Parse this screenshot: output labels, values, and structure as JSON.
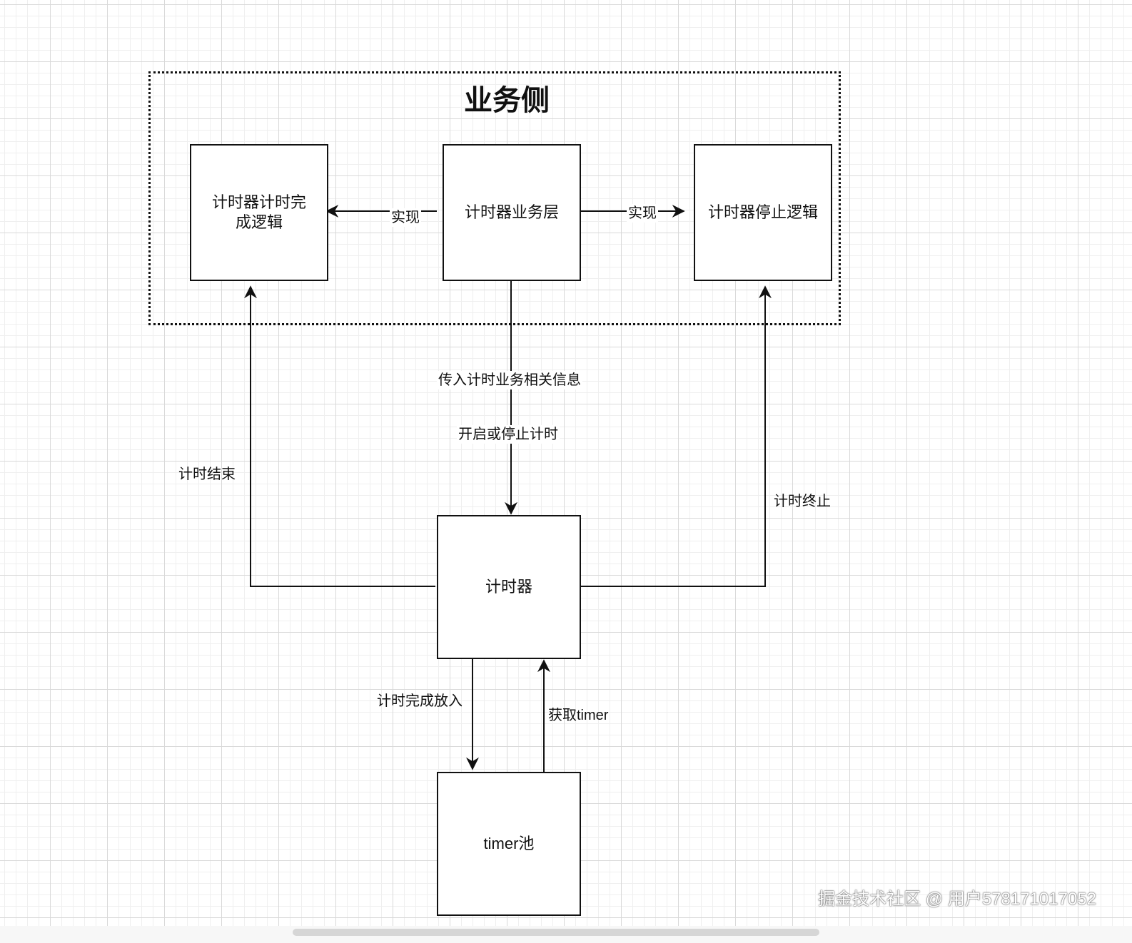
{
  "diagram": {
    "group_title": "业务侧",
    "nodes": {
      "completion_logic": "计时器计时完成逻辑",
      "business_layer": "计时器业务层",
      "stop_logic": "计时器停止逻辑",
      "timer": "计时器",
      "timer_pool": "timer池"
    },
    "edges": {
      "implement_left": "实现",
      "implement_right": "实现",
      "pass_info": "传入计时业务相关信息",
      "start_stop": "开启或停止计时",
      "timing_end": "计时结束",
      "timing_terminate": "计时终止",
      "put_back": "计时完成放入",
      "get_timer": "获取timer"
    }
  },
  "watermark": "掘金技术社区 @ 用户578171017052"
}
